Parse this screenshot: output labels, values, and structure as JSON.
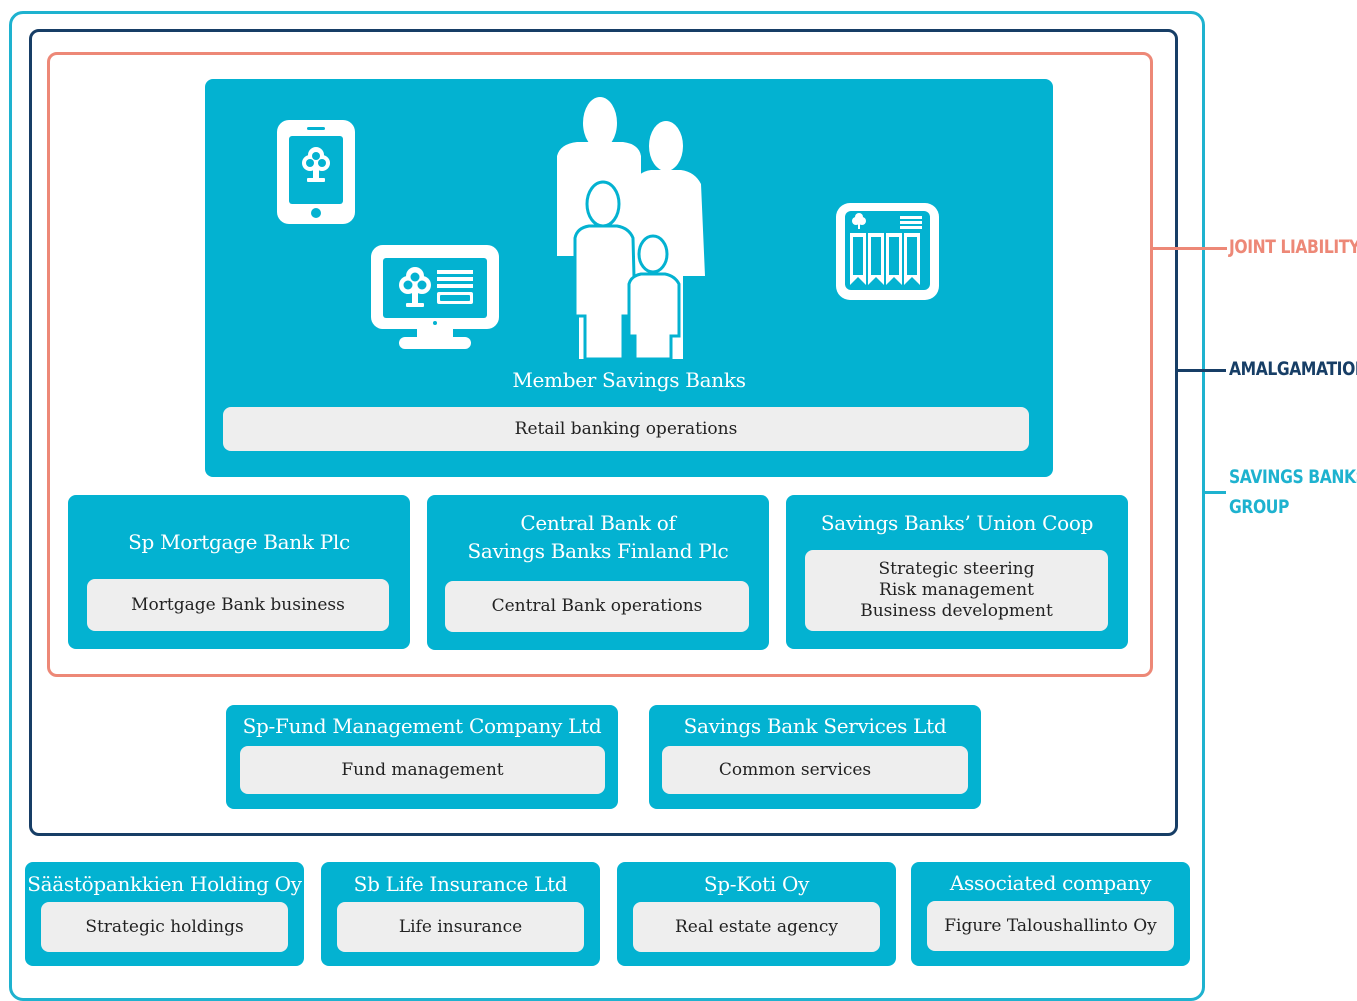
{
  "labels": {
    "joint_liability": "JOINT LIABILITY",
    "amalgamation": "AMALGAMATION",
    "savings_banks_group": [
      "SAVINGS BANKS",
      "GROUP"
    ]
  },
  "colors": {
    "group": "#1eb2cf",
    "amalgamation": "#173e66",
    "joint_liability": "#ed8877",
    "box": "#03b2d1",
    "pill": "#eeeeee"
  },
  "member_savings_banks": {
    "title": "Member Savings Banks",
    "service": "Retail banking operations",
    "icons": [
      "mobile-banking-icon",
      "online-banking-icon",
      "family-icon",
      "atm-icon"
    ]
  },
  "joint_liability_entities": [
    {
      "title": [
        "Sp Mortgage Bank Plc"
      ],
      "services": [
        "Mortgage Bank business"
      ]
    },
    {
      "title": [
        "Central Bank of",
        "Savings Banks Finland Plc"
      ],
      "services": [
        "Central Bank operations"
      ]
    },
    {
      "title": [
        "Savings Banks’ Union Coop"
      ],
      "services": [
        "Strategic steering",
        "Risk management",
        "Business development"
      ]
    }
  ],
  "amalgamation_entities": [
    {
      "title": "Sp-Fund Management Company Ltd",
      "service": "Fund management"
    },
    {
      "title": "Savings Bank Services Ltd",
      "service": "Common services"
    }
  ],
  "group_entities": [
    {
      "title": "Säästöpankkien Holding Oy",
      "service": "Strategic holdings"
    },
    {
      "title": "Sb Life Insurance Ltd",
      "service": "Life insurance"
    },
    {
      "title": "Sp-Koti Oy",
      "service": "Real estate agency"
    },
    {
      "title": "Associated company",
      "service": "Figure Taloushallinto Oy"
    }
  ]
}
